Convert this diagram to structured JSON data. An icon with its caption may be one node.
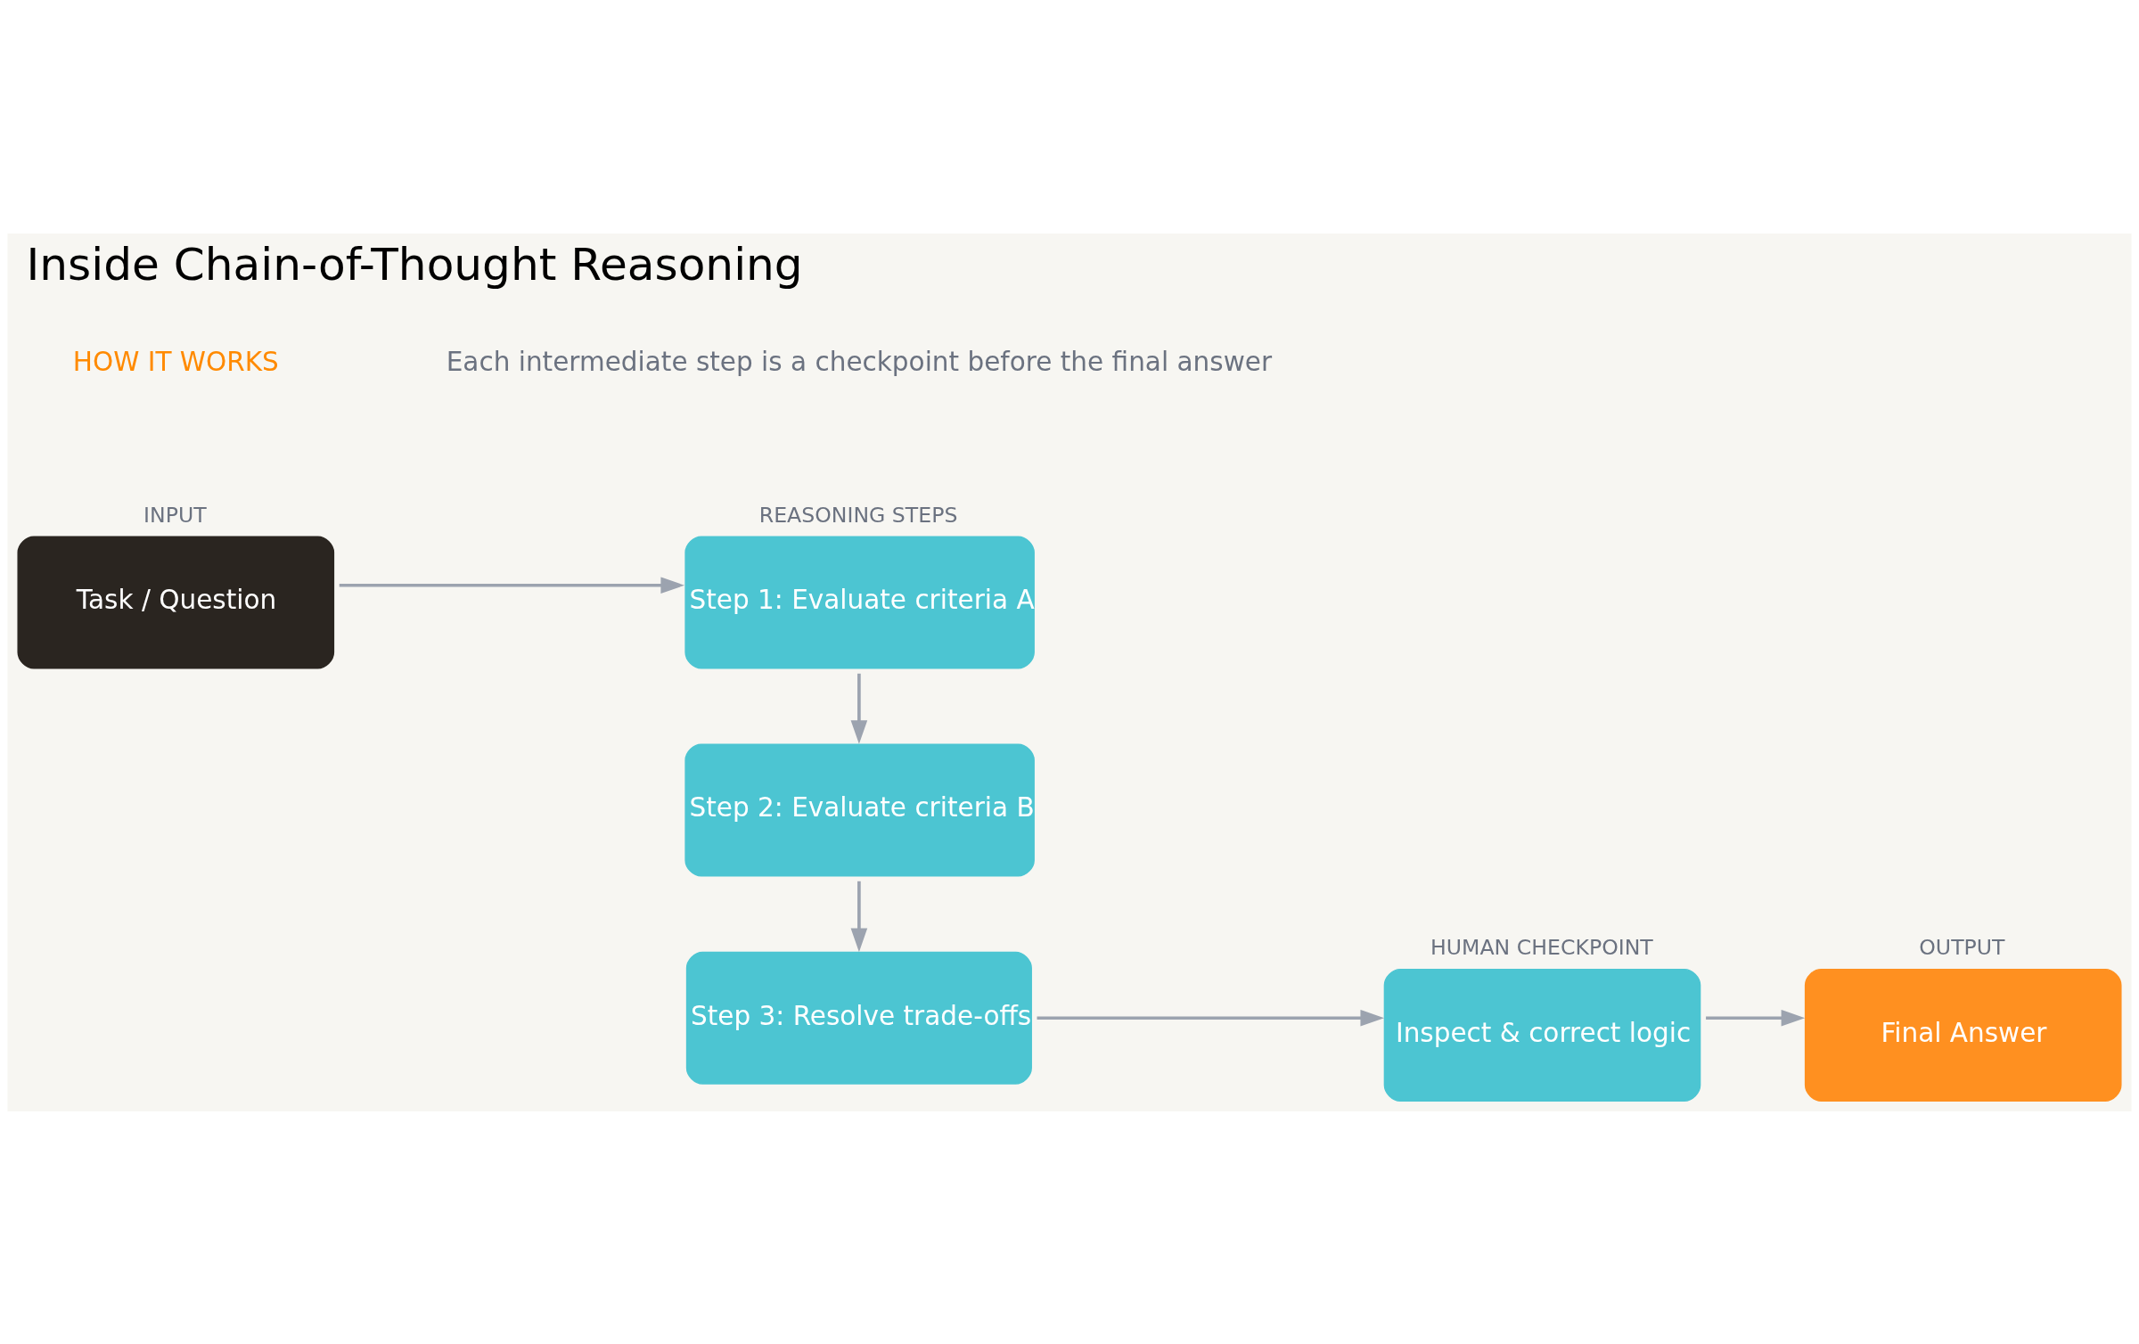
{
  "diagram": {
    "title": "Inside Chain-of-Thought Reasoning",
    "nodes": [
      {
        "text": [
          "Task / Question"
        ],
        "beside": [
          "INPUT"
        ]
      },
      {
        "text": [
          "Step 1: Evaluate criteria A"
        ],
        "beside": [
          "REASONING STEPS"
        ]
      },
      {
        "text": [
          "Step 2: Evaluate criteria B"
        ]
      },
      {
        "text": [
          "Step 3: Resolve trade-offs"
        ]
      },
      {
        "text": [
          "Inspect & correct logic"
        ],
        "beside": [
          "HUMAN CHECKPOINT"
        ]
      },
      {
        "text": [
          "Final Answer"
        ],
        "beside": [
          "OUTPUT"
        ]
      }
    ],
    "edges": [
      {
        "from": 0,
        "to": 1,
        "arrow": "to"
      },
      {
        "from": 1,
        "to": 2,
        "arrow": "to"
      },
      {
        "from": 2,
        "to": 3,
        "arrow": "to"
      },
      {
        "from": 3,
        "to": 4,
        "arrow": "to"
      },
      {
        "from": 4,
        "to": 5,
        "arrow": "to"
      }
    ],
    "labels": [
      "HOW IT WORKS",
      "Each intermediate step is a checkpoint before the final answer"
    ]
  }
}
